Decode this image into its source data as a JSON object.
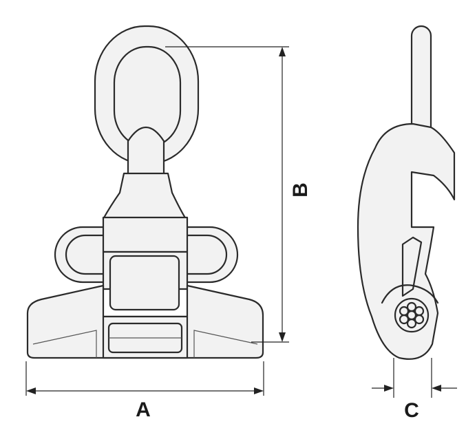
{
  "dimensions": {
    "width_label": "A",
    "height_label": "B",
    "depth_label": "C"
  },
  "colors": {
    "outline": "#2a2a2a",
    "fill": "#f2f2f2",
    "dimension": "#222222",
    "background": "#ffffff"
  }
}
